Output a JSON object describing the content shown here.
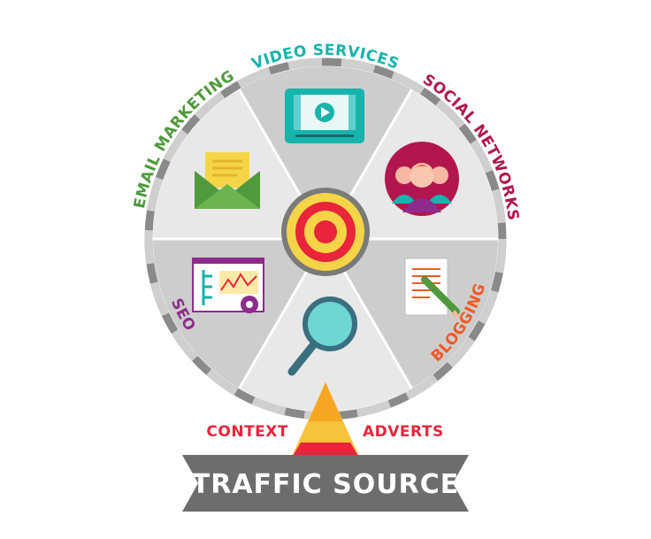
{
  "title": "TRAFFIC SOURCE",
  "segments": [
    {
      "label": "VIDEO SERVICES",
      "color": "#17b3ad",
      "icon": "video-player-icon"
    },
    {
      "label": "SOCIAL NETWORKS",
      "color": "#b2164f",
      "icon": "people-group-icon"
    },
    {
      "label": "BLOGGING",
      "color": "#ef5a24",
      "icon": "document-pencil-icon"
    },
    {
      "label": "SEO",
      "color": "#8e2b8c",
      "icon": "web-analytics-gear-icon"
    },
    {
      "label": "EMAIL MARKETING",
      "color": "#4e9a3c",
      "icon": "envelope-letter-icon"
    }
  ],
  "bottom_labels": {
    "left": {
      "label": "CONTEXT",
      "color": "#e8253b"
    },
    "right": {
      "label": "ADVERTS",
      "color": "#e8253b"
    },
    "center_icon": "magnifier-icon"
  },
  "center_icon": "target-icon",
  "colors": {
    "wheel_light": "#e6e6e6",
    "wheel_dark": "#cfcfcf",
    "rim": "#7a7a7a",
    "banner": "#6d6d6d",
    "banner_text": "#ffffff"
  }
}
